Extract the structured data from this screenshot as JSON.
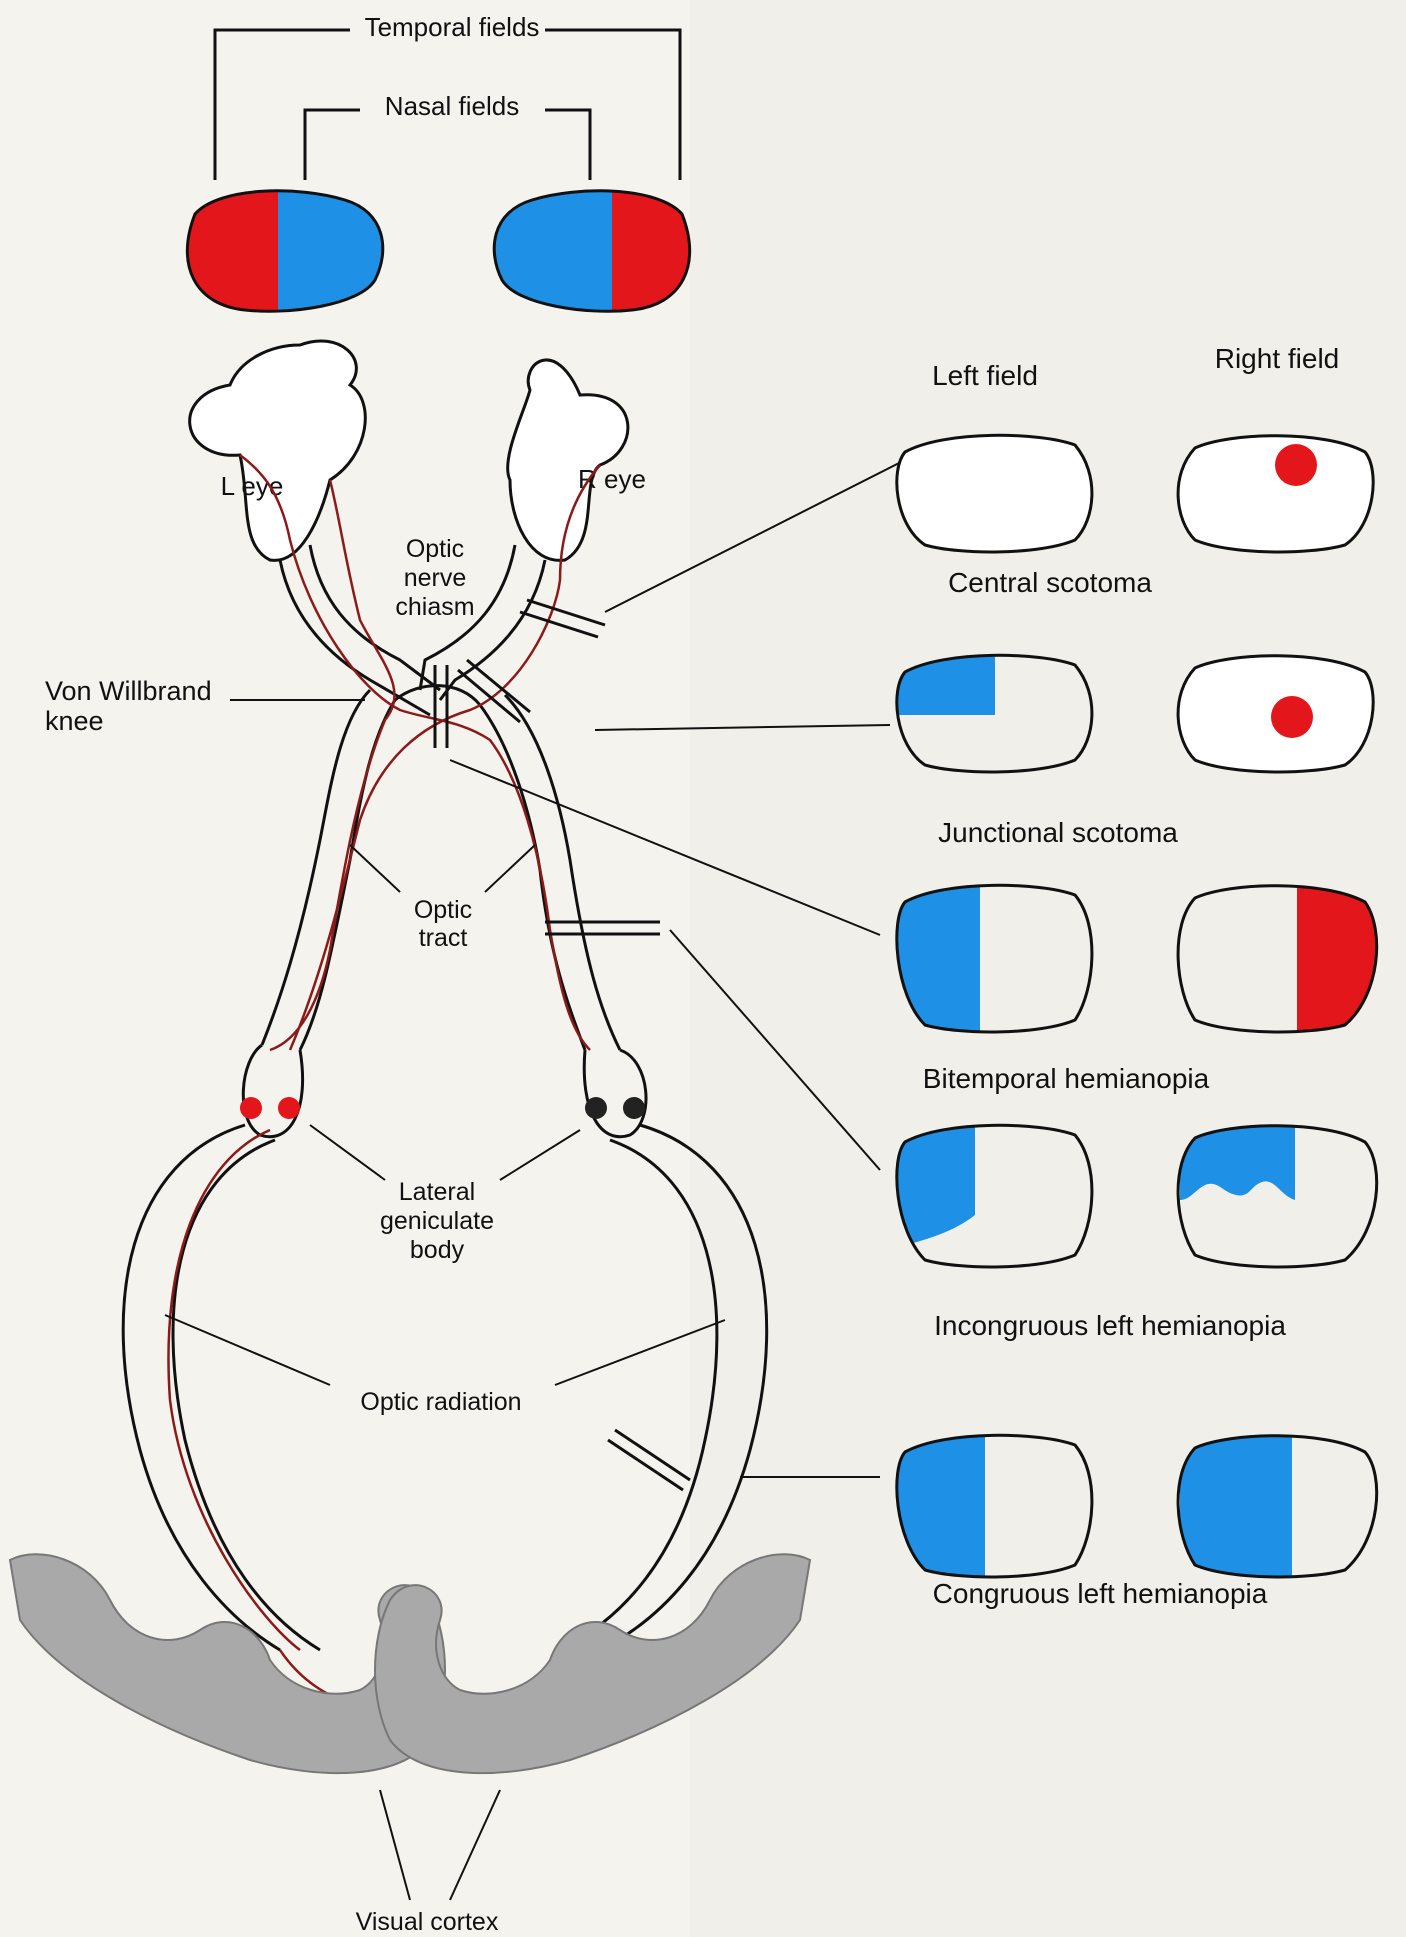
{
  "colors": {
    "red": "#e3161c",
    "blue": "#1e90e6",
    "nerve_line": "#8b1a1a",
    "cortex_gray": "#a9a9a9",
    "paper": "#f4f3ee"
  },
  "headers": {
    "temporal_fields": "Temporal fields",
    "nasal_fields": "Nasal fields",
    "left_field": "Left field",
    "right_field": "Right field"
  },
  "labels": {
    "left_eye": "L eye",
    "right_eye": "R eye",
    "chiasm": [
      "Optic",
      "nerve",
      "chiasm"
    ],
    "willbrand": [
      "Von Willbrand",
      "knee"
    ],
    "optic_tract": [
      "Optic",
      "tract"
    ],
    "lgb": [
      "Lateral",
      "geniculate",
      "body"
    ],
    "optic_radiation": "Optic radiation",
    "visual_cortex": "Visual cortex"
  },
  "defects": [
    {
      "name": "Central scotoma"
    },
    {
      "name": "Junctional scotoma"
    },
    {
      "name": "Bitemporal hemianopia"
    },
    {
      "name": "Incongruous left hemianopia"
    },
    {
      "name": "Congruous left hemianopia"
    }
  ]
}
